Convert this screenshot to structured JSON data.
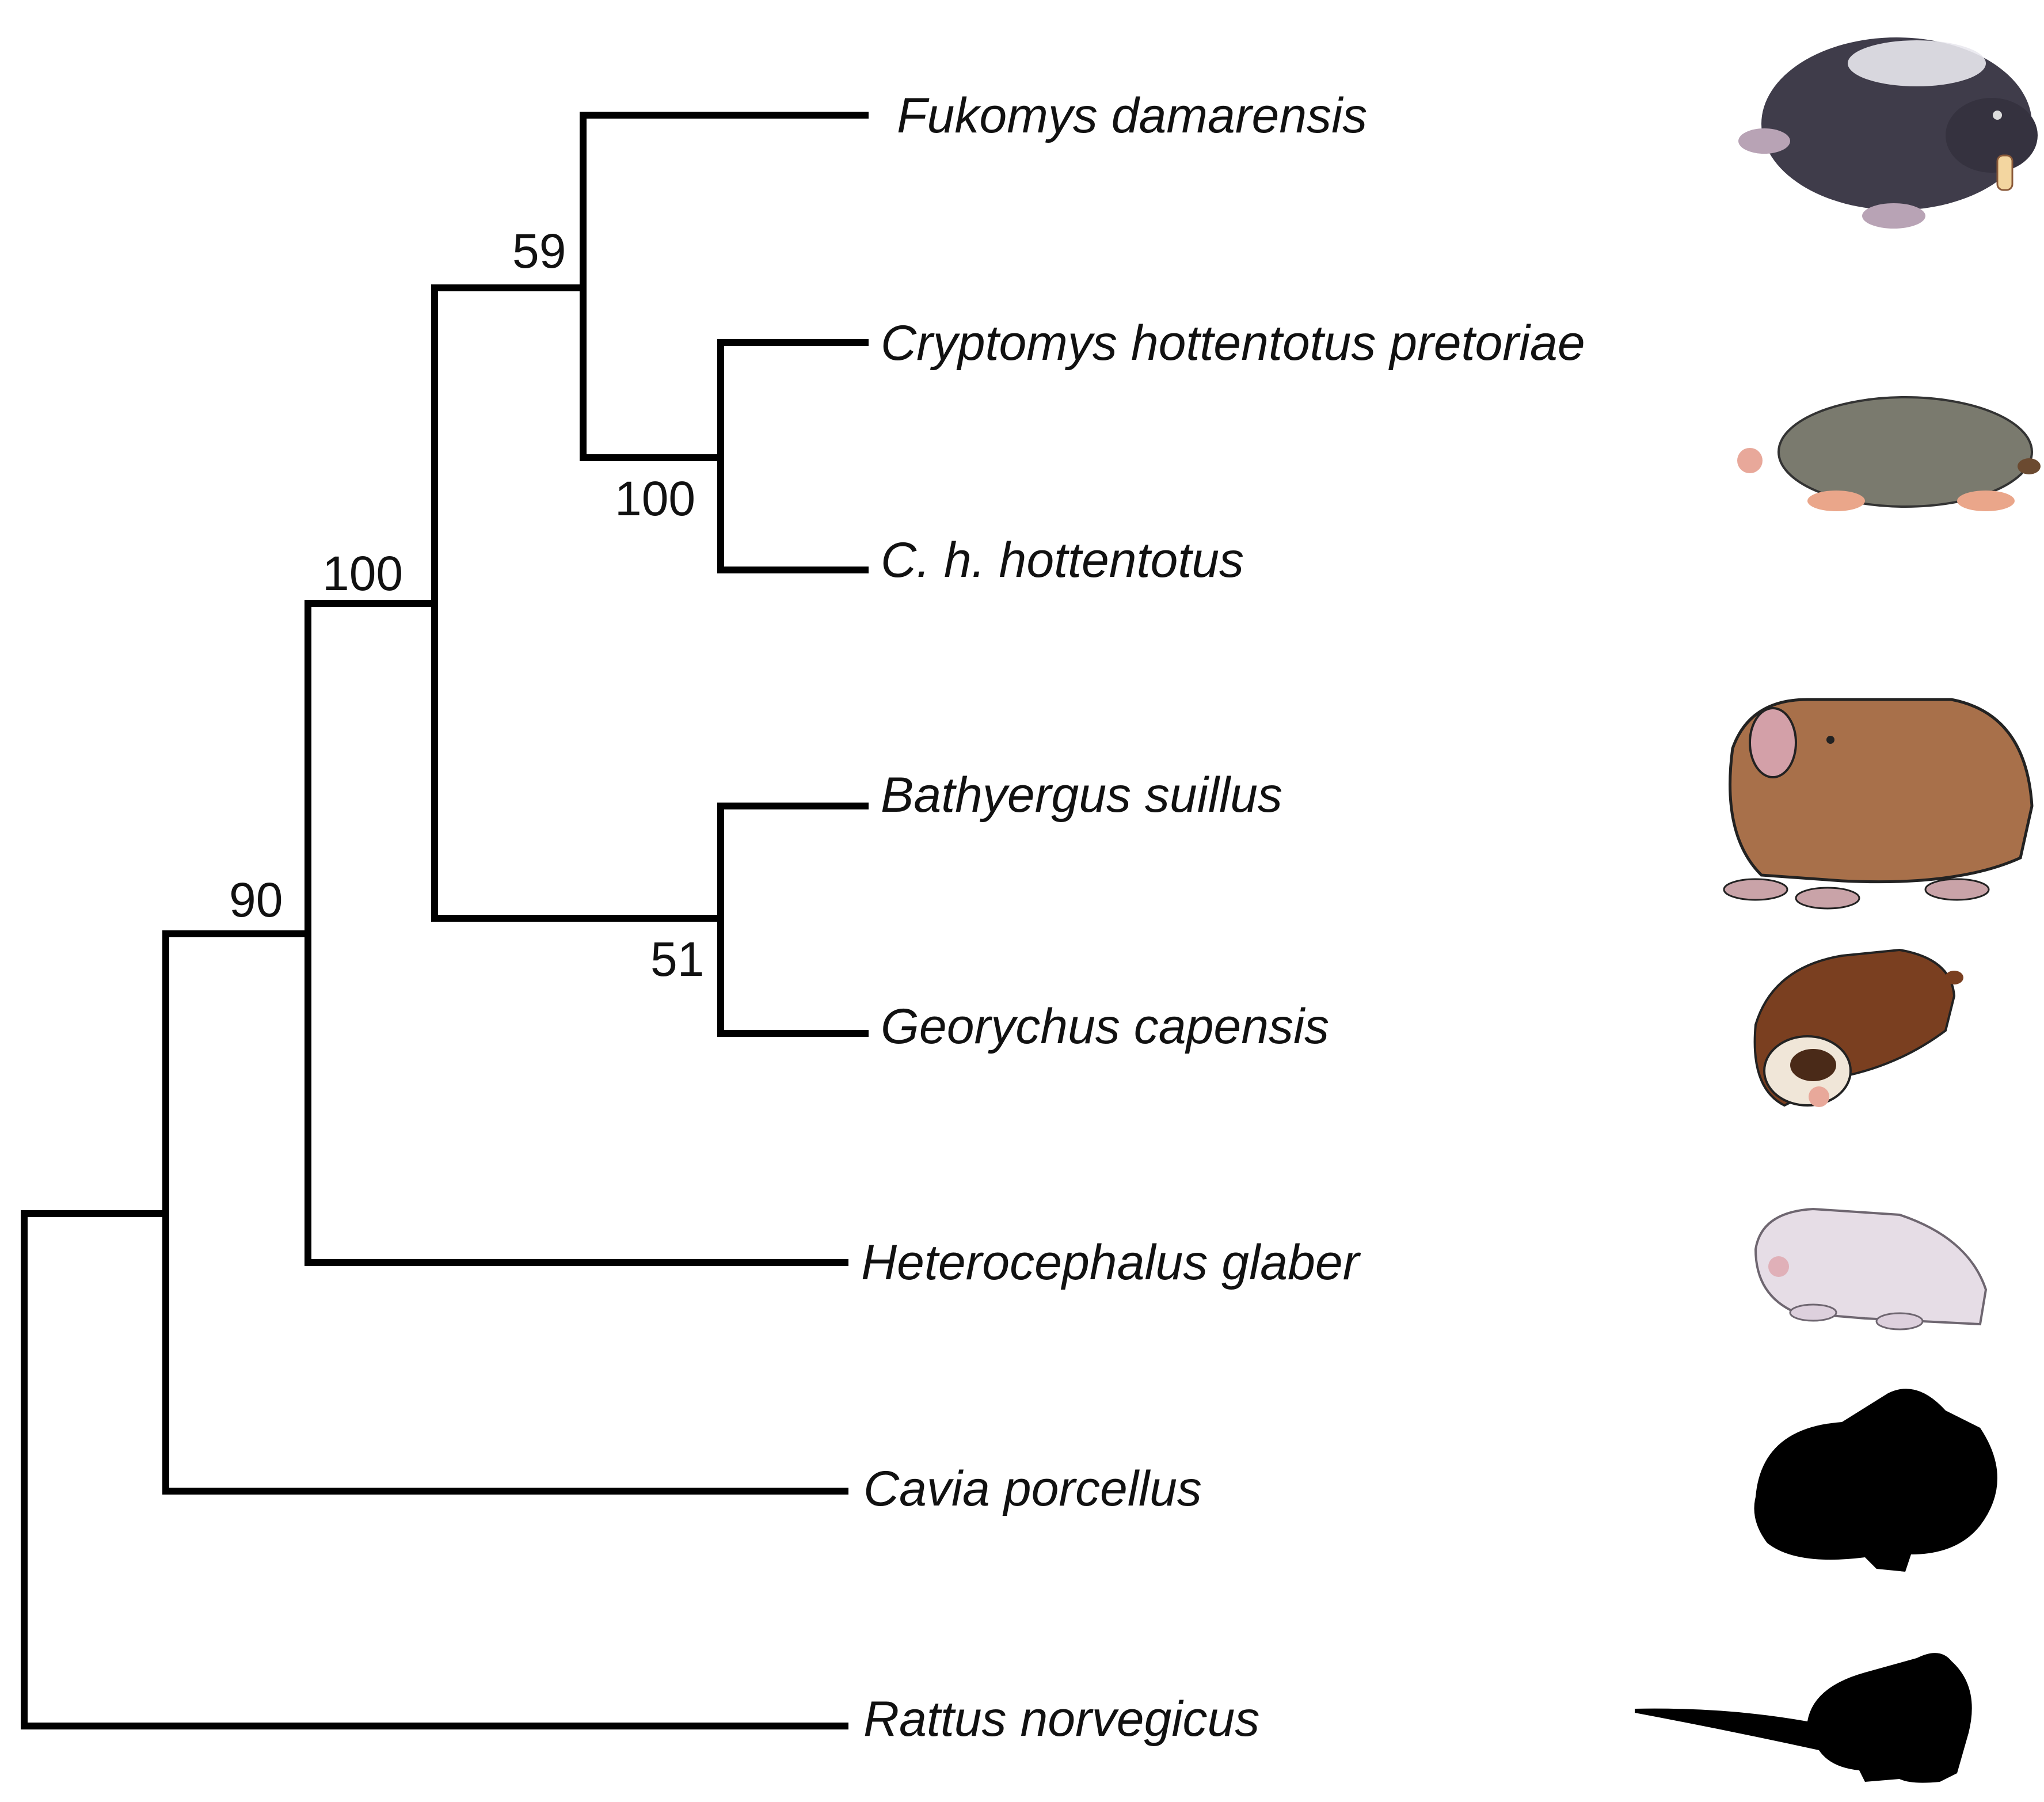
{
  "taxa": [
    {
      "name": "Fukomys damarensis",
      "image": "damaraland-mole-rat-icon",
      "color": "#3f3c4a"
    },
    {
      "name": "Cryptomys hottentotus pretoriae",
      "image": "",
      "color": ""
    },
    {
      "name": "C. h. hottentotus",
      "image": "common-mole-rat-icon",
      "color": "#7a7a6e"
    },
    {
      "name": "Bathyergus suillus",
      "image": "cape-dune-mole-rat-icon",
      "color": "#a8704a"
    },
    {
      "name": "Georychus capensis",
      "image": "cape-mole-rat-icon",
      "color": "#7a3f20"
    },
    {
      "name": "Heterocephalus glaber",
      "image": "naked-mole-rat-icon",
      "color": "#e6dde6"
    },
    {
      "name": "Cavia porcellus",
      "image": "guinea-pig-silhouette-icon",
      "color": "#000000"
    },
    {
      "name": "Rattus norvegicus",
      "image": "rat-silhouette-icon",
      "color": "#000000"
    }
  ],
  "support": {
    "fukomys_cryptomys": "59",
    "cryptomys": "100",
    "cryptomys_bathyergus": "100",
    "bathyergus_georychus": "51",
    "bathyergidae": "90"
  }
}
